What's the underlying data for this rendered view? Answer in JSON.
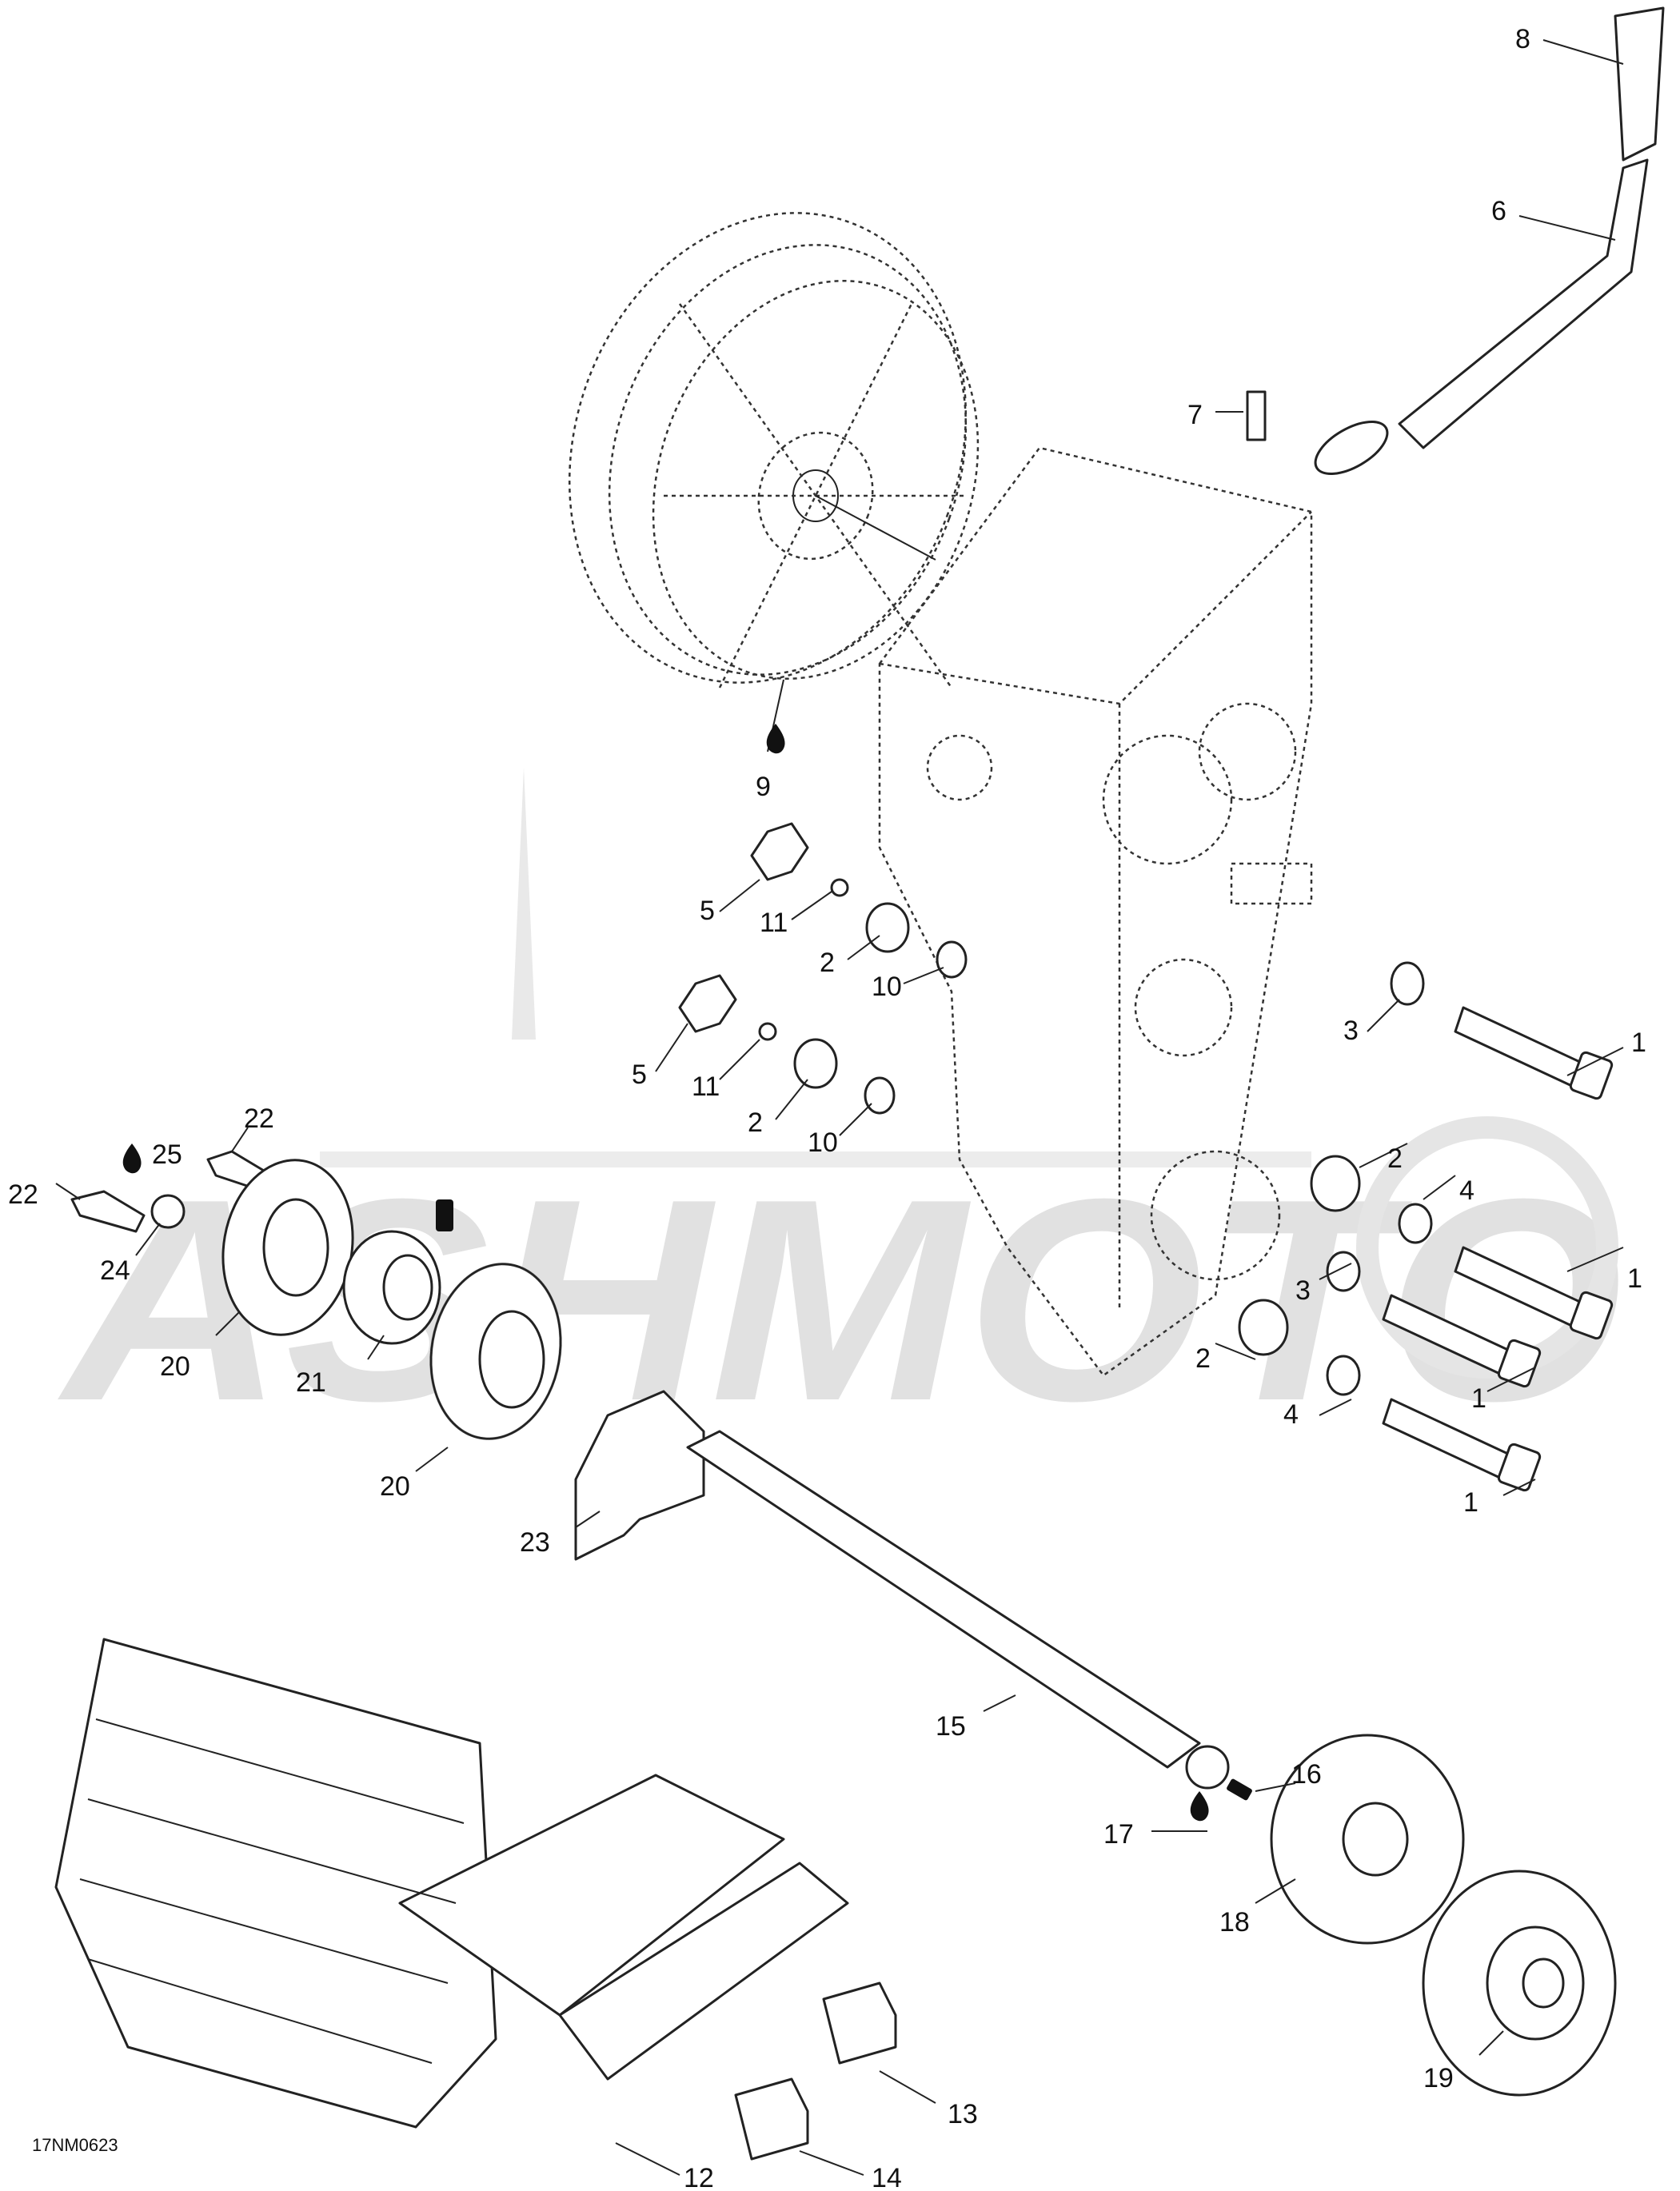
{
  "figure_code": "17NM0623",
  "watermark_text": "ASHMOTO",
  "icons": {
    "oil_drop": "oil-drop-icon"
  },
  "callouts": [
    {
      "id": "c8",
      "label": "8"
    },
    {
      "id": "c6",
      "label": "6"
    },
    {
      "id": "c7",
      "label": "7"
    },
    {
      "id": "c9",
      "label": "9"
    },
    {
      "id": "c5a",
      "label": "5"
    },
    {
      "id": "c11a",
      "label": "11"
    },
    {
      "id": "c2a",
      "label": "2"
    },
    {
      "id": "c10a",
      "label": "10"
    },
    {
      "id": "c3a",
      "label": "3"
    },
    {
      "id": "c1a",
      "label": "1"
    },
    {
      "id": "c5b",
      "label": "5"
    },
    {
      "id": "c11b",
      "label": "11"
    },
    {
      "id": "c2b",
      "label": "2"
    },
    {
      "id": "c10b",
      "label": "10"
    },
    {
      "id": "c25",
      "label": "25"
    },
    {
      "id": "c22a",
      "label": "22"
    },
    {
      "id": "c22b",
      "label": "22"
    },
    {
      "id": "c24",
      "label": "24"
    },
    {
      "id": "c2c",
      "label": "2"
    },
    {
      "id": "c4a",
      "label": "4"
    },
    {
      "id": "c1b",
      "label": "1"
    },
    {
      "id": "c3b",
      "label": "3"
    },
    {
      "id": "c2d",
      "label": "2"
    },
    {
      "id": "c1c",
      "label": "1"
    },
    {
      "id": "c4b",
      "label": "4"
    },
    {
      "id": "c1d",
      "label": "1"
    },
    {
      "id": "c20a",
      "label": "20"
    },
    {
      "id": "c21",
      "label": "21"
    },
    {
      "id": "c20b",
      "label": "20"
    },
    {
      "id": "c23",
      "label": "23"
    },
    {
      "id": "c15",
      "label": "15"
    },
    {
      "id": "c16",
      "label": "16"
    },
    {
      "id": "c17",
      "label": "17"
    },
    {
      "id": "c18",
      "label": "18"
    },
    {
      "id": "c19",
      "label": "19"
    },
    {
      "id": "c13",
      "label": "13"
    },
    {
      "id": "c12",
      "label": "12"
    },
    {
      "id": "c14",
      "label": "14"
    }
  ]
}
